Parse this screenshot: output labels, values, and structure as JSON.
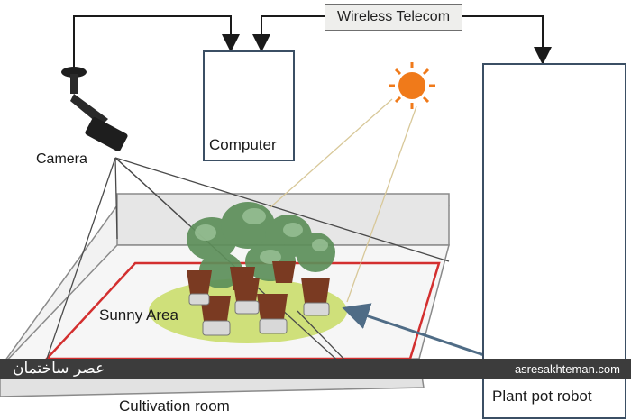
{
  "labels": {
    "wireless": "Wireless Telecom",
    "computer": "Computer",
    "camera": "Camera",
    "sunny_area": "Sunny Area",
    "cultivation_room": "Cultivation room",
    "robot": "Plant pot robot"
  },
  "watermark": {
    "brand": "عصر ساختمان",
    "url": "asresakhteman.com"
  },
  "colors": {
    "frame_blue": "#3b4f64",
    "arrow": "#1a1a1a",
    "field_red": "#d32f2f",
    "sunny_green": "#cfe07a",
    "sun_orange": "#f07a1a",
    "pot": "#7a3a22",
    "banner": "#3c3c3c",
    "feedback_arrow": "#4f6c86"
  },
  "icons": [
    "computer-icon",
    "camera-icon",
    "sun-icon",
    "plant-icon",
    "robot-icon"
  ]
}
